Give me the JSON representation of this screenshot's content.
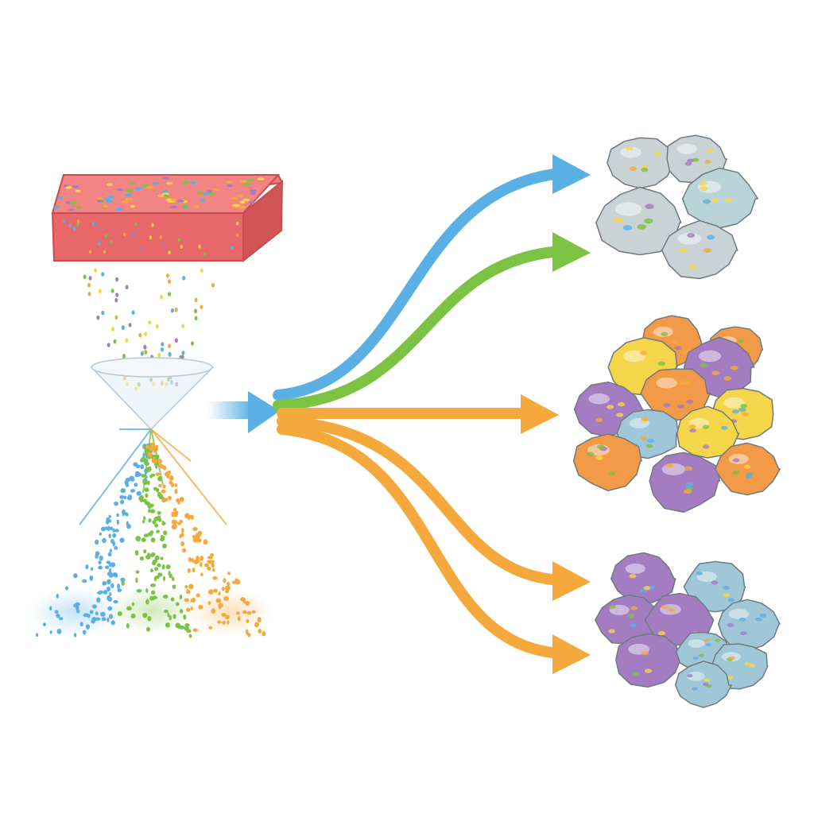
{
  "colors": {
    "block_top": "#f07a78",
    "block_front": "#e8686a",
    "block_side": "#d25556",
    "blue": "#5ab0e4",
    "green": "#7cc243",
    "orange": "#f5a93c",
    "gray_blob": "#c9d3d6",
    "yellow_blob": "#f5d64a",
    "purple_blob": "#a47cc2",
    "orange_blob": "#f39a48",
    "lightblue_blob": "#9fc7d8"
  },
  "arrows": [
    {
      "color": "blue",
      "target": "cluster-gray"
    },
    {
      "color": "green",
      "target": "cluster-gray"
    },
    {
      "color": "orange",
      "target": "cluster-mixed"
    },
    {
      "color": "orange",
      "target": "cluster-purple-blue"
    },
    {
      "color": "orange",
      "target": "cluster-purple-blue"
    }
  ]
}
